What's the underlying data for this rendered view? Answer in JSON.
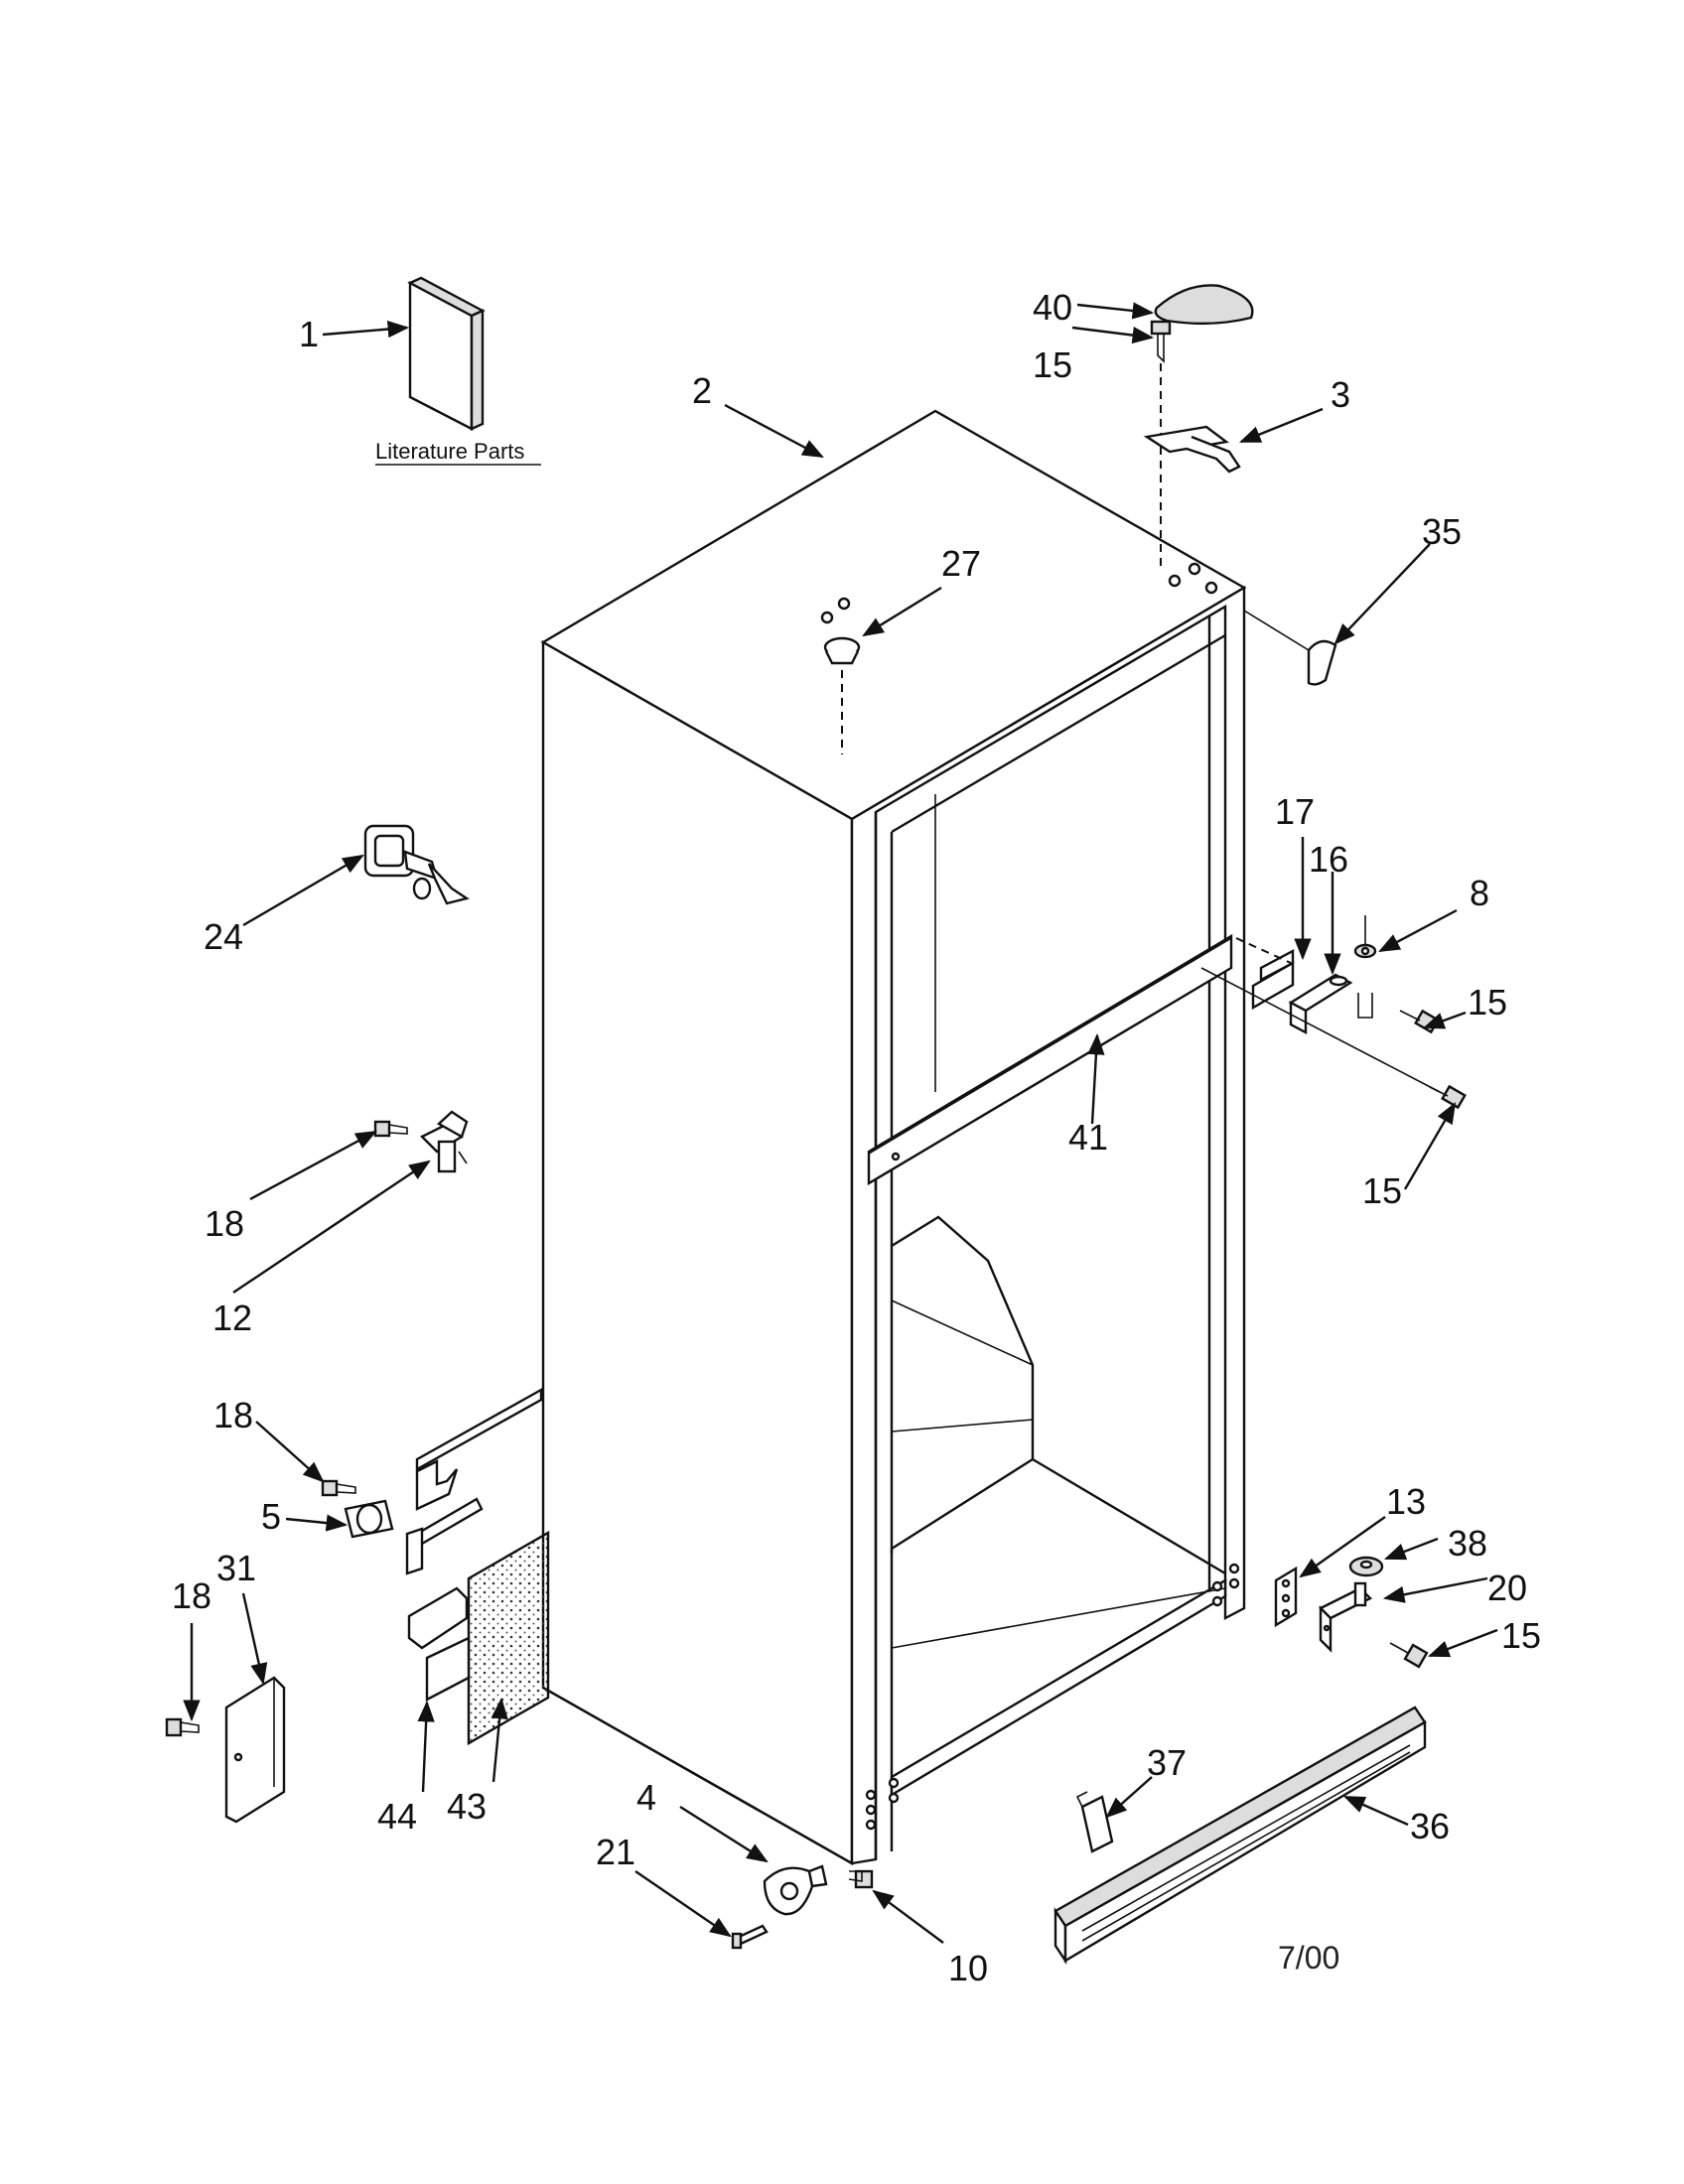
{
  "section_caption": "Literature Parts",
  "date_code": "7/00",
  "callouts": {
    "c1": "1",
    "c2": "2",
    "c3": "3",
    "c4": "4",
    "c5": "5",
    "c8": "8",
    "c10": "10",
    "c12": "12",
    "c13": "13",
    "c15a": "15",
    "c15b": "15",
    "c15c": "15",
    "c15d": "15",
    "c16": "16",
    "c17": "17",
    "c18a": "18",
    "c18b": "18",
    "c18c": "18",
    "c20": "20",
    "c21": "21",
    "c24": "24",
    "c27": "27",
    "c31": "31",
    "c35": "35",
    "c36": "36",
    "c37": "37",
    "c38": "38",
    "c40": "40",
    "c41": "41",
    "c43": "43",
    "c44": "44"
  }
}
